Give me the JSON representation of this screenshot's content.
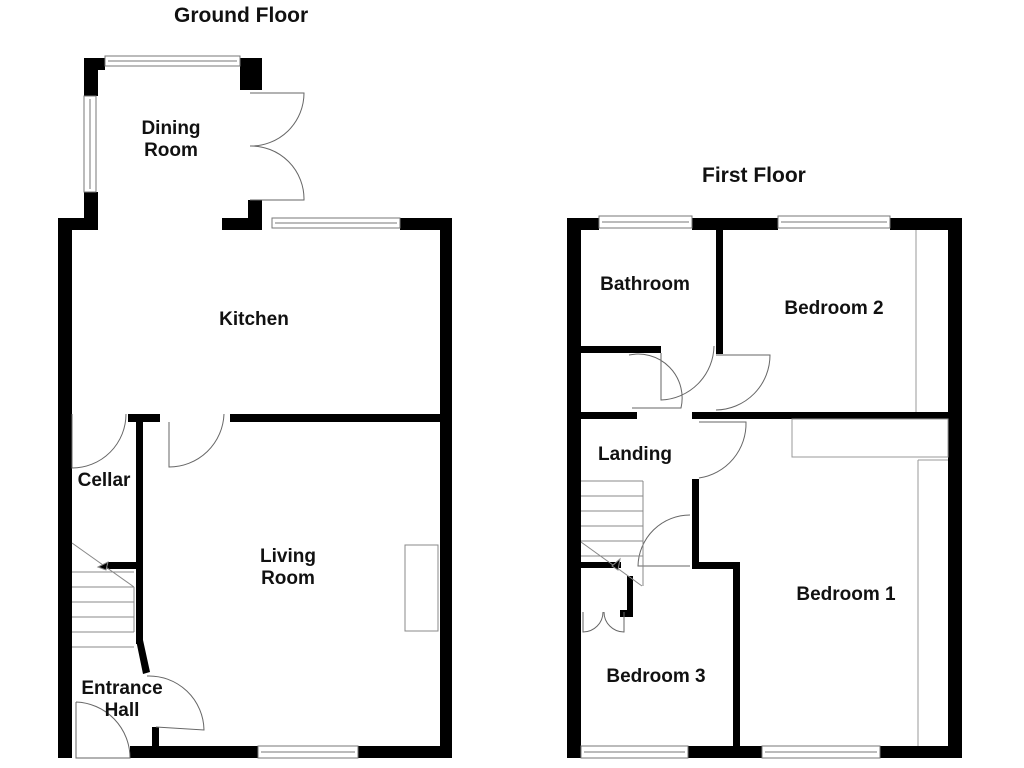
{
  "ground_floor": {
    "title": "Ground Floor",
    "rooms": {
      "dining_room": [
        "Dining",
        "Room"
      ],
      "kitchen": "Kitchen",
      "cellar": "Cellar",
      "living_room": [
        "Living",
        "Room"
      ],
      "entrance_hall": [
        "Entrance",
        "Hall"
      ]
    }
  },
  "first_floor": {
    "title": "First Floor",
    "rooms": {
      "bathroom": "Bathroom",
      "bedroom_2": "Bedroom 2",
      "landing": "Landing",
      "bedroom_1": "Bedroom 1",
      "bedroom_3": "Bedroom 3"
    }
  },
  "colors": {
    "wall": "#000000",
    "line": "#555555",
    "background": "#ffffff"
  }
}
